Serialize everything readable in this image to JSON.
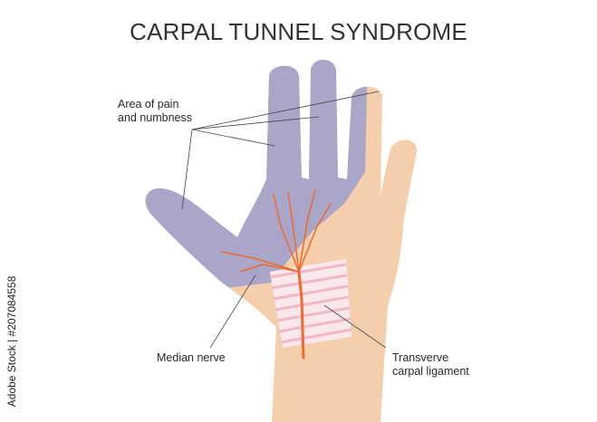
{
  "title": "CARPAL TUNNEL SYNDROME",
  "labels": {
    "pain_line1": "Area of pain",
    "pain_line2": "and numbness",
    "median_nerve": "Median nerve",
    "ligament_line1": "Transverve",
    "ligament_line2": "carpal ligament"
  },
  "credit": "Adobe Stock | #207084558",
  "colors": {
    "numb": "#aaa6c9",
    "skin": "#f5cfab",
    "nerve": "#f06a2e",
    "ligament": "#f4c7d0"
  }
}
